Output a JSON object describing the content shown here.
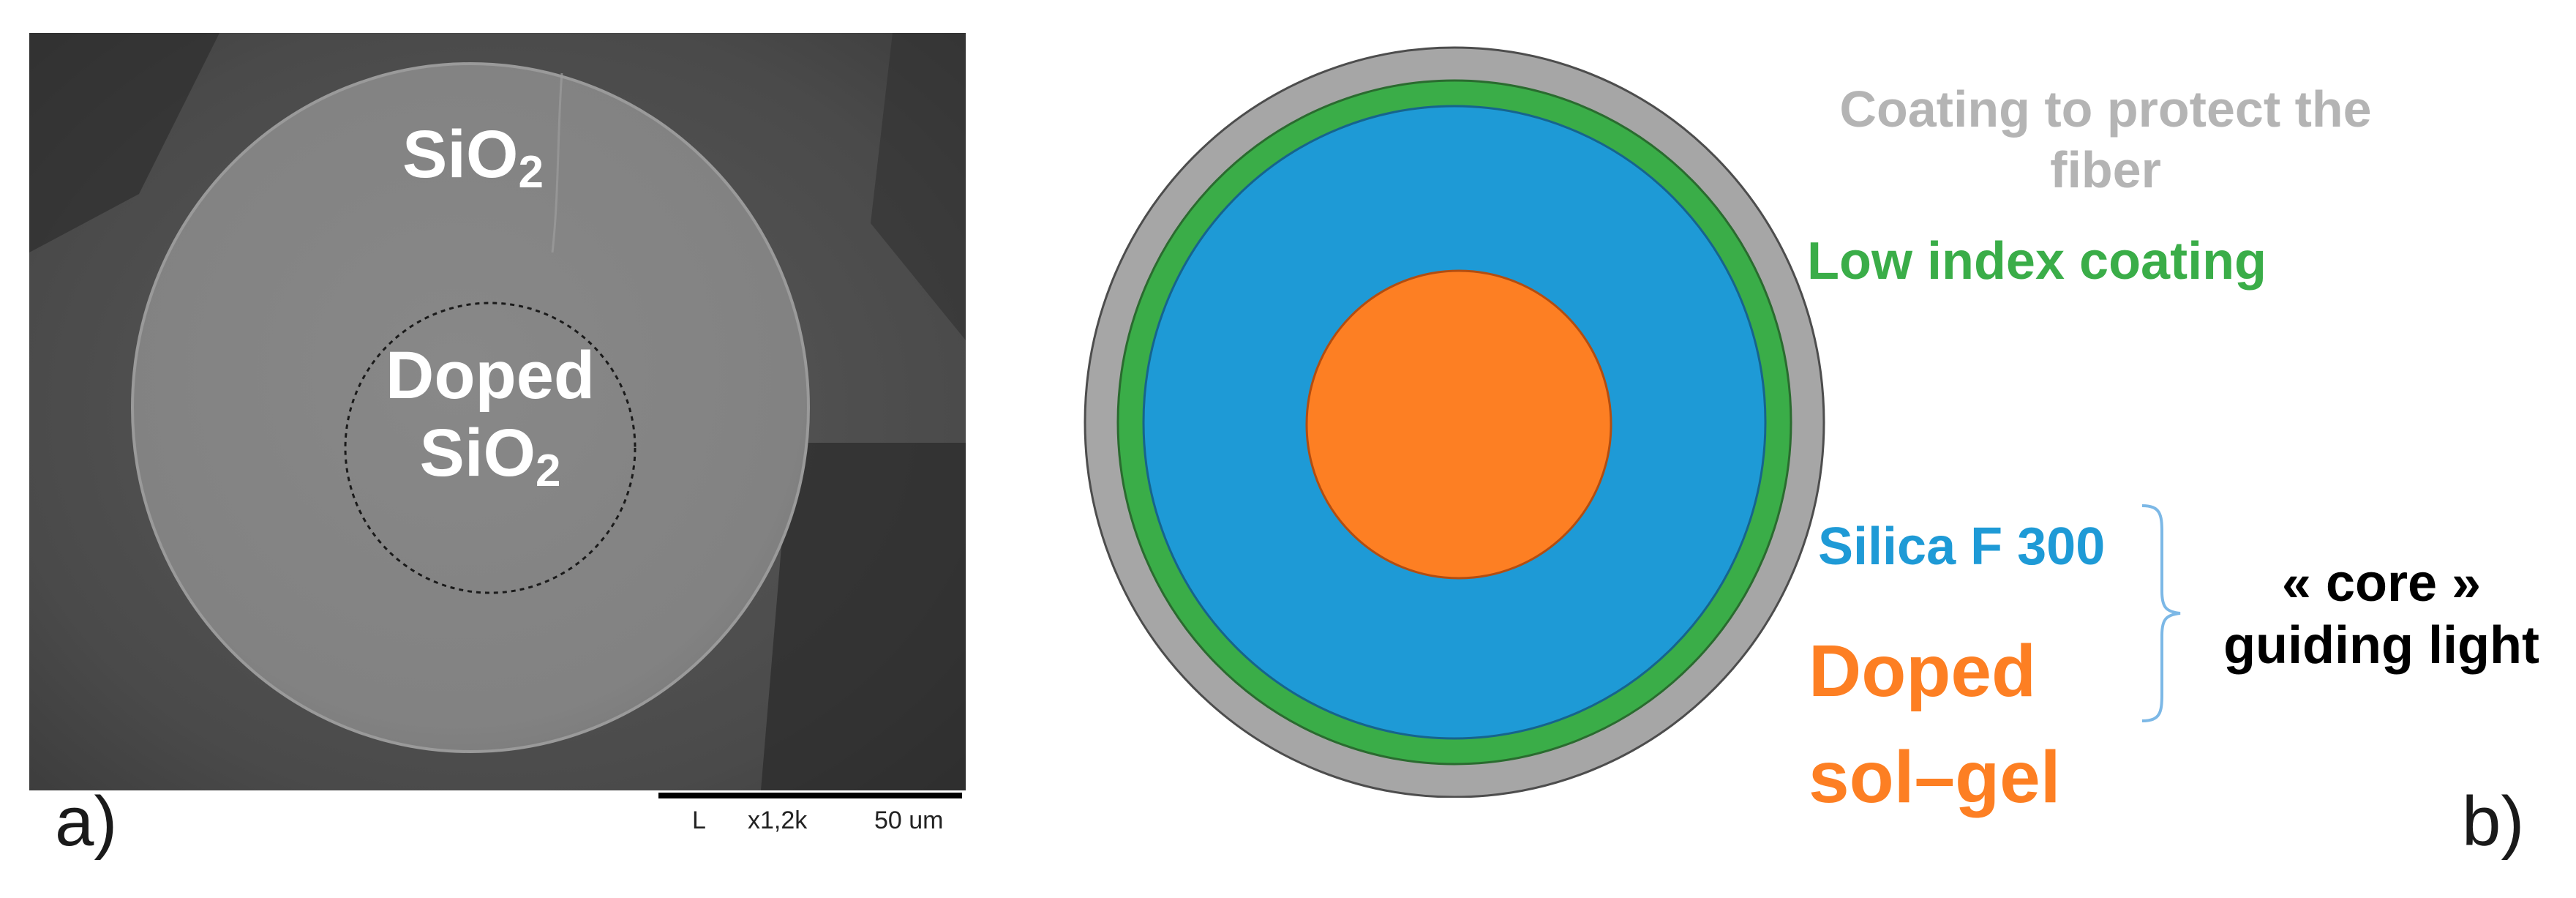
{
  "panel_a": {
    "letter": "a)",
    "label_outer": {
      "base": "SiO",
      "sub": "2"
    },
    "label_core_line1": "Doped",
    "label_core_line2": {
      "base": "SiO",
      "sub": "2"
    },
    "scalebar": {
      "mode": "L",
      "magnification": "x1,2k",
      "length": "50 um"
    }
  },
  "panel_b": {
    "letter": "b)",
    "layers": [
      {
        "name": "Coating to protect the fiber",
        "color": "#a6a6a6"
      },
      {
        "name": "Low index coating",
        "color": "#3aad48"
      },
      {
        "name": "Silica F 300",
        "color": "#1e9ad6"
      },
      {
        "name": "Doped sol–gel",
        "color": "#fd7f23"
      }
    ],
    "legend": {
      "coating_line1": "Coating to protect the",
      "coating_line2": "fiber",
      "low_index": "Low index coating",
      "silica": "Silica F 300",
      "doped_line1": "Doped",
      "doped_line2": "sol–gel",
      "core_line1": "« core »",
      "core_line2": "guiding light"
    },
    "colors": {
      "coating_text": "#b4b4b4",
      "low_index_text": "#3aad48",
      "silica_text": "#1e9ad6",
      "doped_text": "#fd7f23",
      "core_text": "#000000",
      "brace": "#7cb8e6"
    }
  }
}
